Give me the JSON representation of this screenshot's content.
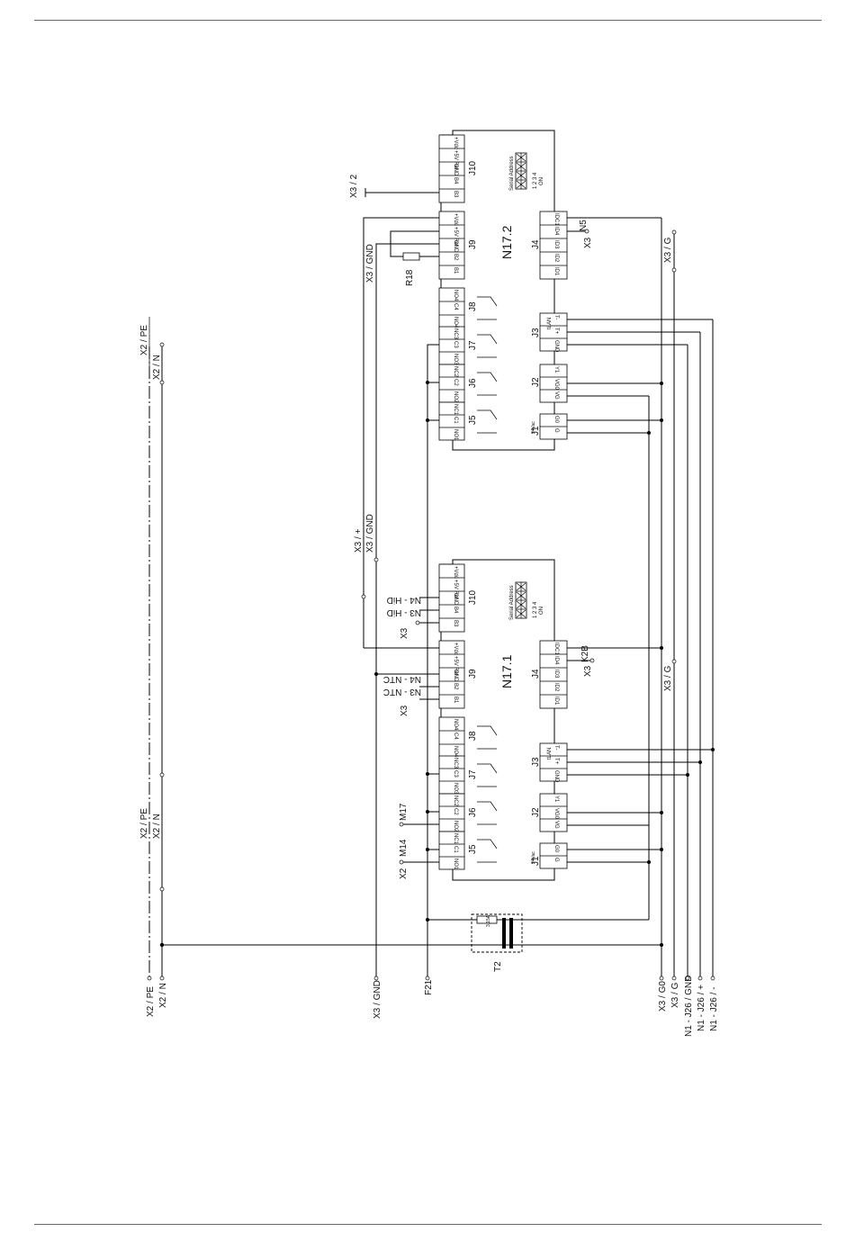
{
  "controllers": [
    {
      "name": "N17.2"
    },
    {
      "name": "N17.1"
    }
  ],
  "connectors": {
    "J10": [
      "+Vdc",
      "+5V Ref",
      "GND",
      "B4",
      "B3"
    ],
    "J9": [
      "+Vdc",
      "+5V Ref",
      "GND",
      "B2",
      "B1"
    ],
    "J8": [
      "NO4",
      "C4",
      "NO4"
    ],
    "J7": [
      "NC3",
      "C3",
      "NO3"
    ],
    "J6": [
      "NC2",
      "C2",
      "NO2"
    ],
    "J5": [
      "NC1",
      "C1",
      "NO1"
    ],
    "J4": [
      "IDC1",
      "ID4",
      "ID3",
      "ID2",
      "ID1"
    ],
    "J3": [
      "T-",
      "T+",
      "GND"
    ],
    "J2": [
      "Y1",
      "VG0",
      "VG"
    ],
    "J1": [
      "G0",
      "G"
    ],
    "J3_note": "tLAN",
    "J1_note": "24Vac"
  },
  "serial_address": {
    "title": "Serial Address",
    "digits": "1  2  3  4",
    "on": "ON"
  },
  "top_left_labels": {
    "pe": "X2 / PE",
    "n": "X2 / N"
  },
  "mid_left_labels": {
    "pe": "X2 / PE",
    "n": "X2 / N"
  },
  "bottom_labels": [
    "X2 / PE",
    "X2 / N",
    "X3 / GND",
    "F21",
    "X3 / G0",
    "X3 / G",
    "N1 - J26 / GND",
    "N1 - J26 / +",
    "N1 - J26 / -"
  ],
  "n172": {
    "x3_2": "X3 / 2",
    "x3_gnd": "X3 / GND",
    "r18": "R18",
    "n5": "N5",
    "x3": "X3",
    "x3_g": "X3 / G"
  },
  "n171": {
    "x3_plus": "X3 / +",
    "x3_gnd": "X3 / GND",
    "n4_hi": "N4 - HiD",
    "n3_hi": "N3 - HiD",
    "x3_a": "X3",
    "n4_ntc": "N4 - NTC",
    "n3_ntc": "N3 - NTC",
    "x3_b": "X3",
    "k2b": "K2B",
    "x3_c": "X3",
    "x3_g": "X3 / G",
    "m17": "M17",
    "m14": "M14",
    "x2": "X2"
  },
  "transformer": {
    "name": "T2",
    "fuse": "3,15A"
  }
}
